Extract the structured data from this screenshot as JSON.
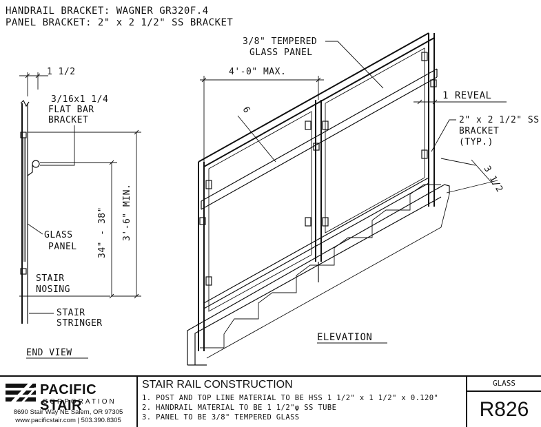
{
  "header": {
    "line1": "HANDRAIL BRACKET: WAGNER GR320F.4",
    "line2": "PANEL BRACKET: 2\" x 2 1/2\" SS BRACKET"
  },
  "end_view": {
    "title": "END VIEW",
    "dim_top": "1 1/2",
    "flat_bar_line1": "3/16x1 1/4",
    "flat_bar_line2": "FLAT BAR",
    "flat_bar_line3": "BRACKET",
    "glass_line1": "GLASS",
    "glass_line2": "PANEL",
    "nosing_line1": "STAIR",
    "nosing_line2": "NOSING",
    "stringer_line1": "STAIR",
    "stringer_line2": "STRINGER",
    "dim_rail": "34\" - 38\"",
    "dim_min": "3'-6\" MIN."
  },
  "elevation": {
    "title": "ELEVATION",
    "glass_line1": "3/8\" TEMPERED",
    "glass_line2": "GLASS PANEL",
    "dim_max": "4'-0\" MAX.",
    "dim_6": "6",
    "reveal": "1 REVEAL",
    "bracket_line1": "2\" x 2 1/2\" SS",
    "bracket_line2": "BRACKET",
    "bracket_line3": "(TYP.)",
    "dim_side": "3 1/2"
  },
  "titleblock": {
    "company": "PACIFIC STAIR",
    "corporation": "CORPORATION",
    "address": "8690 Stair Way NE Salem, OR 97305",
    "contact": "www.pacificstair.com  |  503.390.8305",
    "title": "STAIR RAIL CONSTRUCTION",
    "note1": "1. POST AND TOP LINE MATERIAL TO BE HSS 1 1/2\" x 1 1/2\" x 0.120\"",
    "note2": "2. HANDRAIL MATERIAL TO BE 1 1/2\"φ SS TUBE",
    "note3": "3. PANEL TO BE 3/8\" TEMPERED GLASS",
    "category": "GLASS",
    "drawing_number": "R826"
  }
}
